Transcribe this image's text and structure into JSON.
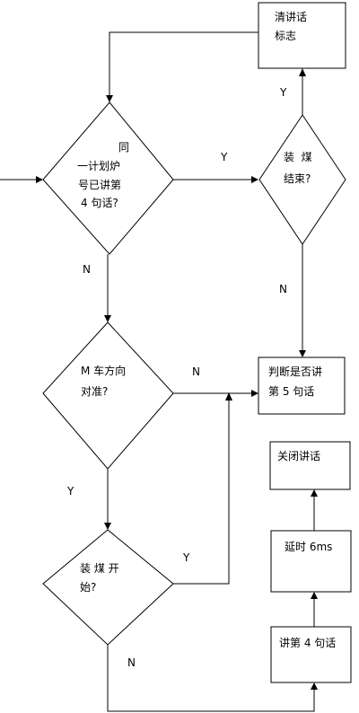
{
  "nodes": {
    "clear_flag": {
      "lines": [
        "清讲话",
        "标志"
      ]
    },
    "same_plan": {
      "lines": [
        "同",
        "一计划炉",
        "号已讲第",
        "4 句话?"
      ]
    },
    "loading_end": {
      "lines": [
        "装  煤",
        "结束?"
      ]
    },
    "direction_check": {
      "lines": [
        "M 车方向",
        "对准?"
      ]
    },
    "judge_speak": {
      "lines": [
        "判断是否讲",
        "第 5 句话"
      ]
    },
    "loading_start": {
      "lines": [
        "装 煤 开",
        "始?"
      ]
    },
    "close_speech": {
      "lines": [
        "关闭讲话"
      ]
    },
    "delay": {
      "lines": [
        "延时 6ms"
      ]
    },
    "speak_4": {
      "lines": [
        "讲第 4 句话"
      ]
    }
  },
  "edge_labels": {
    "same_plan_yes": "Y",
    "loading_end_yes": "Y",
    "same_plan_no": "N",
    "loading_end_no": "N",
    "direction_no": "N",
    "direction_yes": "Y",
    "loading_start_yes": "Y",
    "loading_start_no": "N"
  }
}
